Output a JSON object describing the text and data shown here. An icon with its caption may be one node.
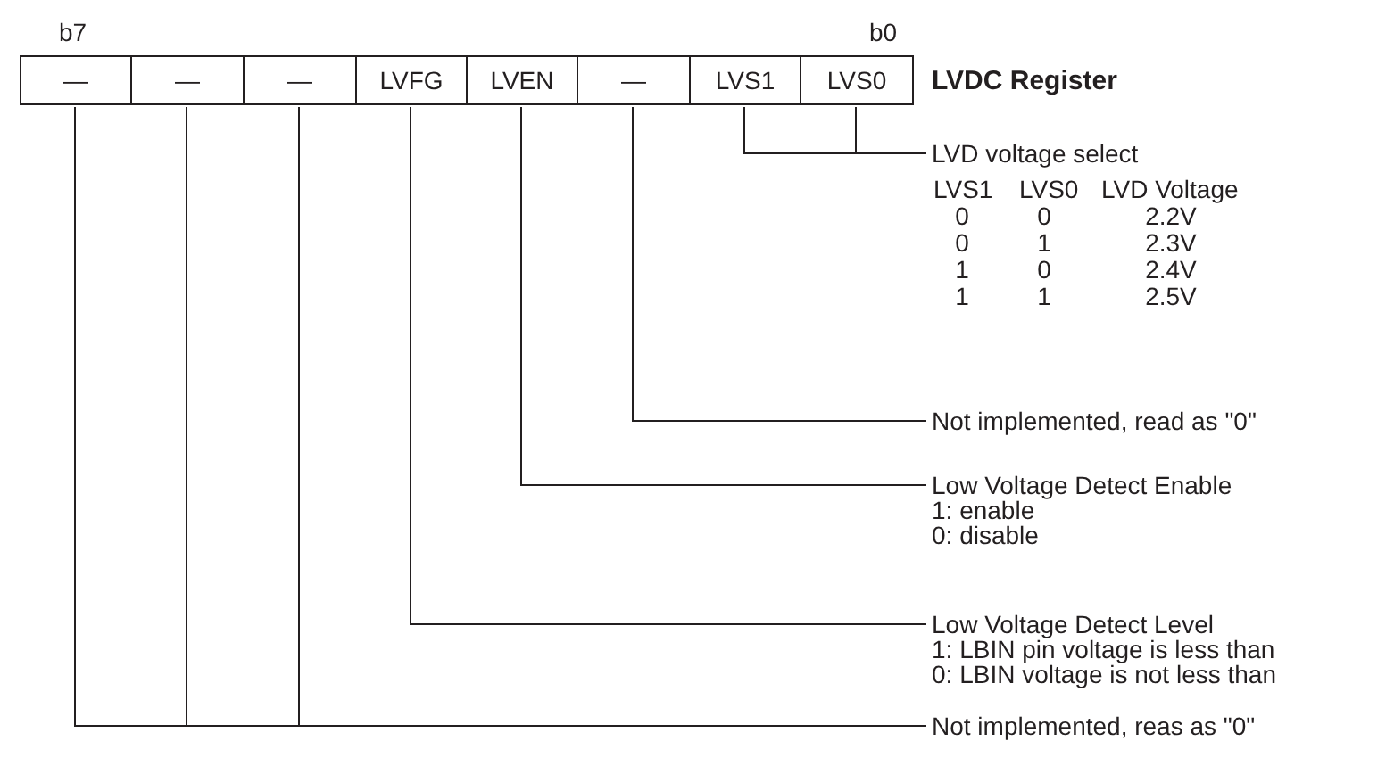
{
  "diagram": {
    "nodes": [
      {
        "text": [
          "—"
        ]
      },
      {
        "text": [
          "—"
        ]
      },
      {
        "text": [
          "—"
        ]
      },
      {
        "text": [
          "LVFG"
        ]
      },
      {
        "text": [
          "LVEN"
        ]
      },
      {
        "text": [
          "—"
        ]
      },
      {
        "text": [
          "LVS1"
        ]
      },
      {
        "text": [
          "LVS0"
        ]
      },
      {
        "text": [
          "LVD voltage select"
        ]
      },
      {
        "text": [
          "Not implemented, read as \"0\""
        ]
      },
      {
        "text": [
          "Low Voltage Detect Enable",
          "1: enable",
          "0: disable"
        ]
      },
      {
        "text": [
          "Low Voltage Detect Level",
          "1: LBIN pin voltage is less than",
          "0: LBIN voltage is not less than"
        ]
      },
      {
        "text": [
          "Not implemented, reas as \"0\""
        ]
      }
    ],
    "edges": [
      {
        "from": 6,
        "to": 8,
        "arrow": "none"
      },
      {
        "from": 7,
        "to": 8,
        "arrow": "none"
      },
      {
        "from": 5,
        "to": 9,
        "arrow": "none"
      },
      {
        "from": 4,
        "to": 10,
        "arrow": "none"
      },
      {
        "from": 3,
        "to": 11,
        "arrow": "none"
      },
      {
        "from": 0,
        "to": 12,
        "arrow": "none"
      },
      {
        "from": 1,
        "to": 12,
        "arrow": "none"
      },
      {
        "from": 2,
        "to": 12,
        "arrow": "none"
      }
    ],
    "labels": [
      "b7",
      "b0",
      "LVDC Register",
      "LVS1",
      "LVS0",
      "LVD Voltage",
      "0",
      "0",
      "2.2V",
      "0",
      "1",
      "2.3V",
      "1",
      "0",
      "2.4V",
      "1",
      "1",
      "2.5V"
    ]
  }
}
